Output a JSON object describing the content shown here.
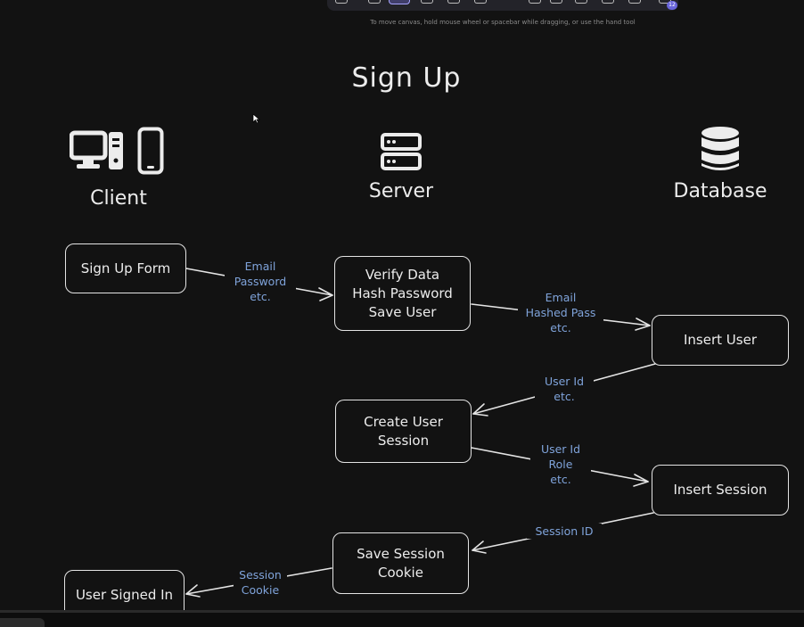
{
  "toolbar": {
    "hint": "To move canvas, hold mouse wheel or spacebar while dragging, or use the hand tool",
    "badge": "12"
  },
  "diagram": {
    "title": "Sign Up",
    "columns": {
      "client": "Client",
      "server": "Server",
      "database": "Database"
    },
    "nodes": {
      "sign_up_form": "Sign Up Form",
      "verify_data": "Verify Data\nHash Password\nSave User",
      "insert_user": "Insert User",
      "create_user_session": "Create User\nSession",
      "insert_session": "Insert Session",
      "save_session_cookie": "Save Session\nCookie",
      "user_signed_in": "User Signed In"
    },
    "edge_labels": {
      "form_to_verify": "Email\nPassword\netc.",
      "verify_to_insert_user": "Email\nHashed Pass\netc.",
      "insert_user_to_create_session": "User Id\netc.",
      "create_session_to_insert_session": "User Id\nRole\netc.",
      "insert_session_to_save_cookie": "Session ID",
      "save_cookie_to_signed_in": "Session\nCookie"
    }
  },
  "colors": {
    "background": "#121212",
    "stroke": "#e4e4e4",
    "edge_label": "#7fa3da",
    "accent": "#6965db"
  }
}
